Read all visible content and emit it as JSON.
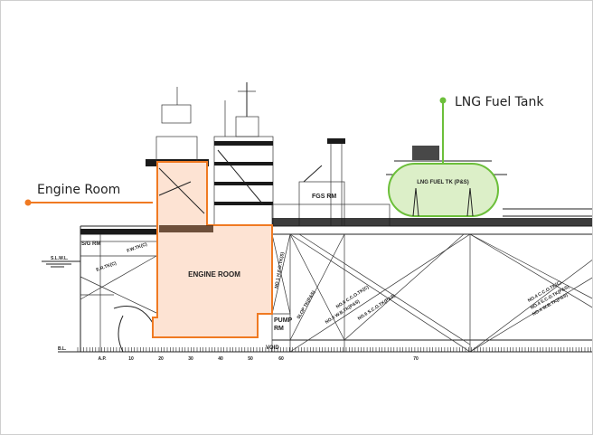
{
  "callouts": {
    "engine_room": "Engine Room",
    "lng_tank": "LNG Fuel Tank"
  },
  "colors": {
    "engine_room_stroke": "#f07a22",
    "engine_room_fill": "#fde3d3",
    "lng_stroke": "#6cbf3a",
    "lng_fill": "#dcefc8"
  },
  "labels": {
    "engine_room": "ENGINE ROOM",
    "pump_rm_1": "PUMP",
    "pump_rm_2": "RM",
    "void": "VOID",
    "fgs_rm": "FGS RM",
    "lng_fuel_tk": "LNG FUEL TK (P&S)",
    "sg_rm": "S/G RM",
    "slwl": "S.L.W.L.",
    "fw_tk": "F.W.TK(C)",
    "ew_tk": "E.R.TK(C)",
    "hfo_tk": "NO.1 H.F.O.TK(S)",
    "slop_tk": "SLOP TK(P&S)",
    "no6_cco": "NO.6 C.C.O.TK(C)",
    "no6_wb": "NO.6 W.B.TK(P&S)",
    "no6_sco": "NO.6 S.C.O.TK(P&S)",
    "no4_cco": "NO.4 C.C.O.TK(C)",
    "no4_sco": "NO.4 S.C.O.TK(P&S)",
    "no4_wb": "NO.4 W.B.TK(P&S)",
    "bl": "B.L."
  },
  "frame_ticks": [
    "A.P.",
    "10",
    "20",
    "30",
    "40",
    "50",
    "60",
    "70"
  ]
}
